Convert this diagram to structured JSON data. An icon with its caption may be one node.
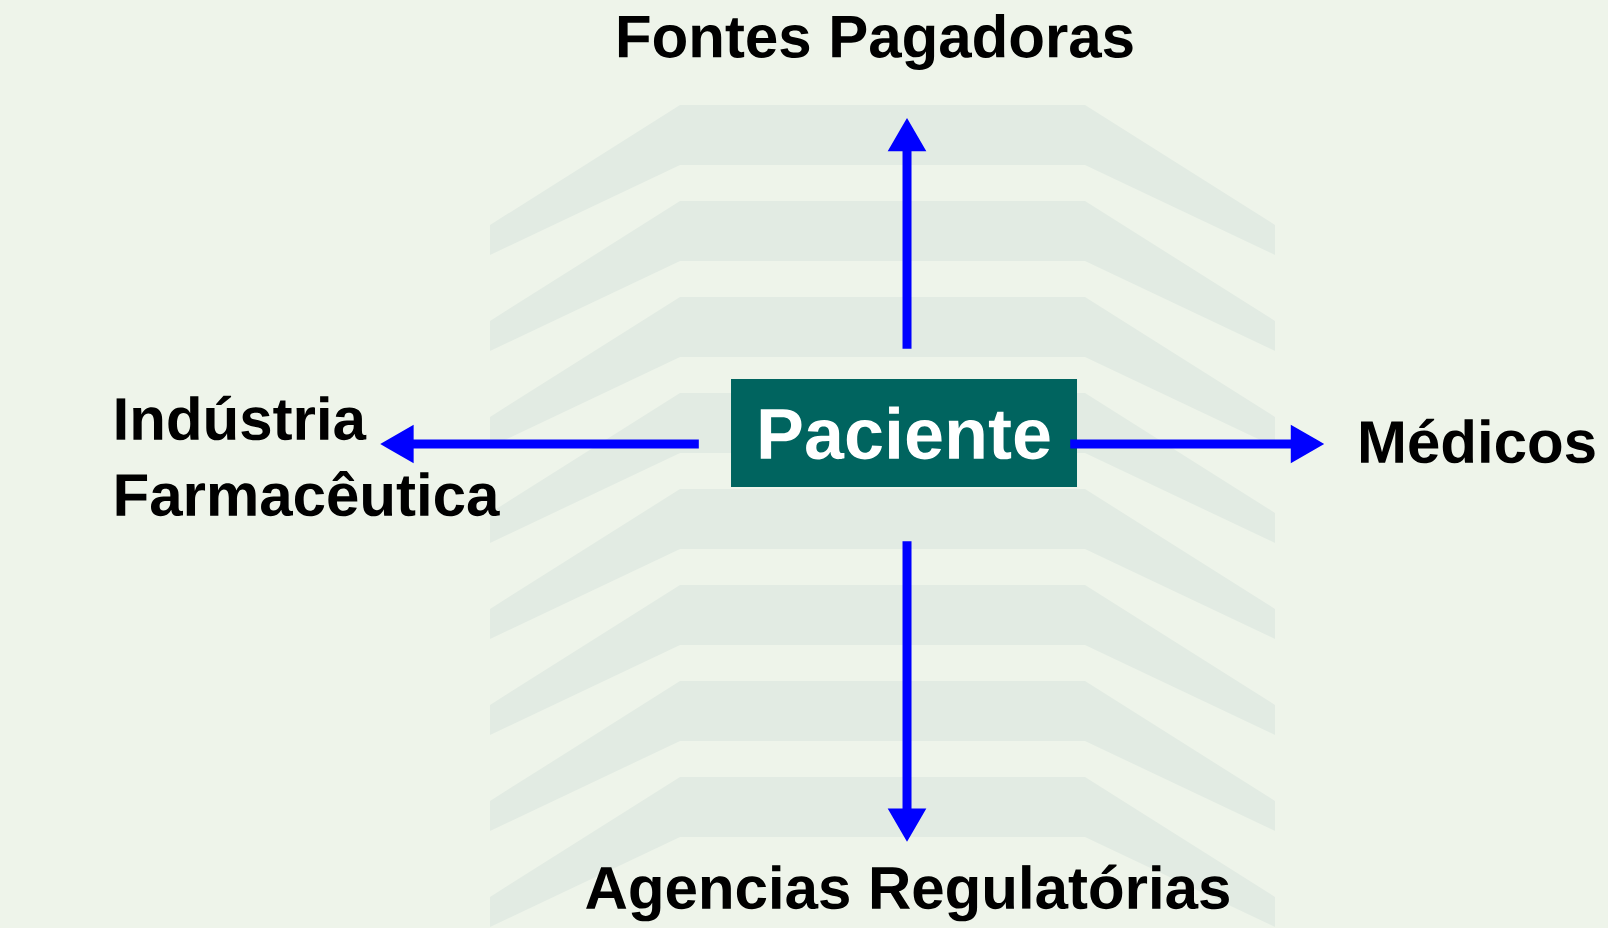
{
  "diagram": {
    "nodes": [
      {
        "text": [
          "Paciente"
        ]
      },
      {
        "text": [
          "Fontes Pagadoras"
        ]
      },
      {
        "text": [
          "Indústria Farmacêutica"
        ]
      },
      {
        "text": [
          "Médicos"
        ]
      },
      {
        "text": [
          "Agencias Regulatórias"
        ]
      }
    ],
    "edges": [
      {
        "from": 0,
        "to": 1,
        "arrow": "to"
      },
      {
        "from": 0,
        "to": 2,
        "arrow": "to"
      },
      {
        "from": 0,
        "to": 3,
        "arrow": "to"
      },
      {
        "from": 0,
        "to": 4,
        "arrow": "to"
      }
    ]
  }
}
